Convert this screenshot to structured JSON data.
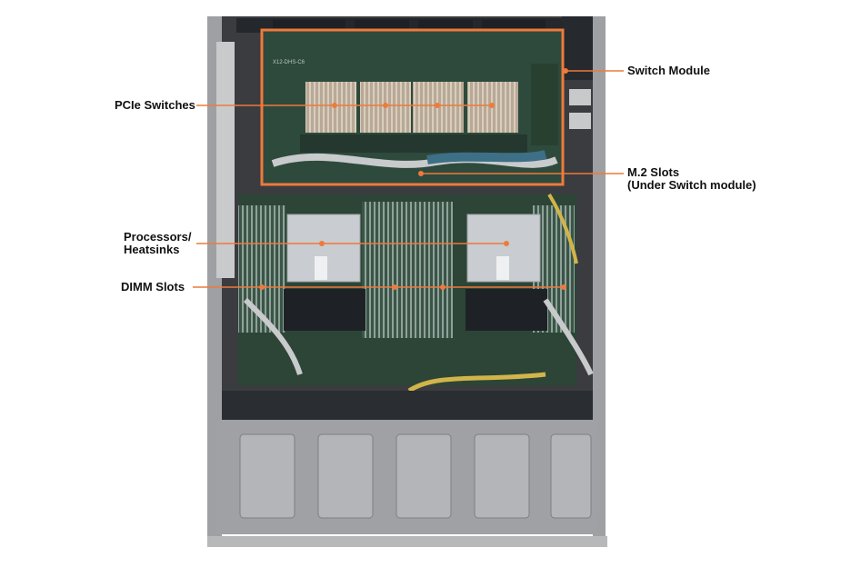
{
  "colors": {
    "accent": "#ee7a3b",
    "chassis": "#8c8e90",
    "board": "#2e4a3c",
    "heatsink": "#b8aa98"
  },
  "callouts": {
    "pcie_switches": "PCIe Switches",
    "processors_heatsinks": "Processors/\nHeatsinks",
    "dimm_slots": "DIMM Slots",
    "switch_module": "Switch Module",
    "m2_slots": "M.2 Slots\n(Under Switch module)"
  },
  "board_silkscreen": "X12-DHS-C6"
}
